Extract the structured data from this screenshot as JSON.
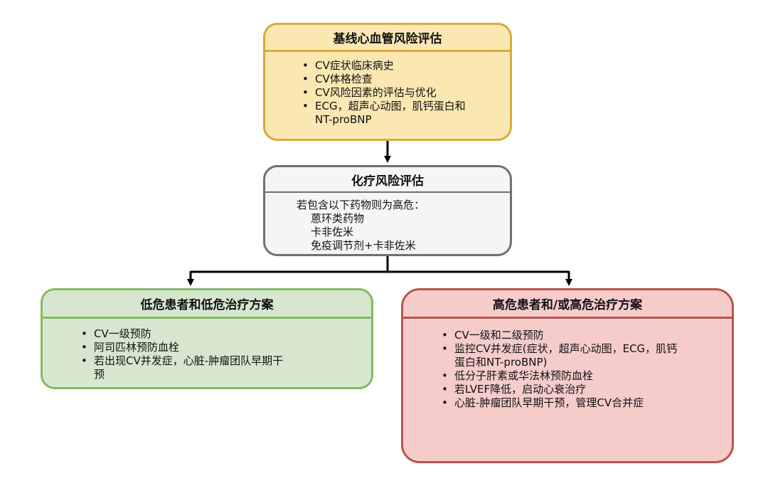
{
  "baseline": {
    "title": "基线心血管风险评估",
    "items": [
      "CV症状临床病史",
      "CV体格检查",
      "CV风险因素的评估与优化",
      "ECG，超声心动图，肌钙蛋白和NT-proBNP"
    ]
  },
  "chemo": {
    "title": "化疗风险评估",
    "intro": "若包含以下药物则为高危：",
    "drugs": [
      "蒽环类药物",
      "卡非佐米",
      "免疫调节剂+卡非佐米"
    ]
  },
  "low_risk": {
    "title": "低危患者和低危治疗方案",
    "items": [
      "CV一级预防",
      "阿司匹林预防血栓",
      "若出现CV并发症，心脏-肿瘤团队早期干预"
    ]
  },
  "high_risk": {
    "title": "高危患者和/或高危治疗方案",
    "items": [
      "CV一级和二级预防",
      "监控CV并发症(症状，超声心动图，ECG，肌钙蛋白和NT-proBNP)",
      "低分子肝素或华法林预防血栓",
      "若LVEF降低，启动心衰治疗",
      "心脏-肿瘤团队早期干预，管理CV合并症"
    ]
  }
}
